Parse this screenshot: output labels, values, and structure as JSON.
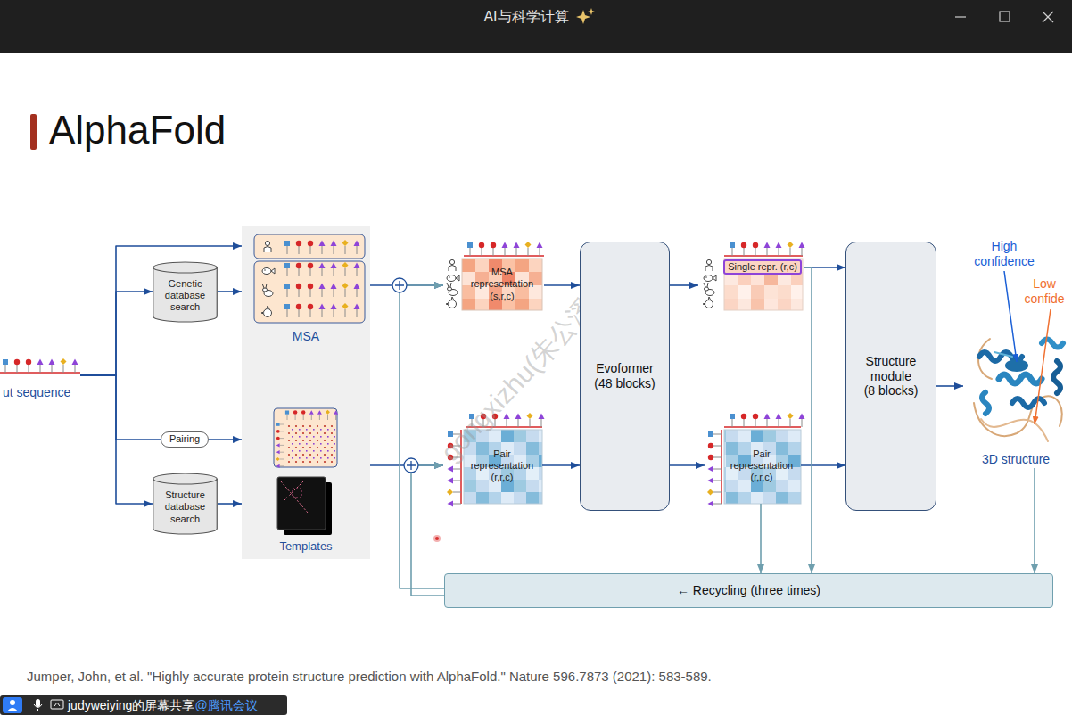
{
  "diagram": {
    "title": "AlphaFold",
    "caption": "Jumper, John, et al. \"Highly accurate protein structure prediction with AlphaFold.\" Nature 596.7873 (2021): 583-589.",
    "nodes": [
      {
        "text": [
          "ut sequence"
        ]
      },
      {
        "text": [
          "Genetic database search"
        ]
      },
      {
        "text": [
          "MSA"
        ]
      },
      {
        "text": [
          "Pairing"
        ]
      },
      {
        "text": [
          "Structure database search"
        ]
      },
      {
        "text": [
          "Templates"
        ]
      },
      {
        "text": [
          "MSA representation (s,r,c)"
        ]
      },
      {
        "text": [
          "Pair representation (r,r,c)"
        ]
      },
      {
        "text": [
          "Evoformer (48 blocks)"
        ]
      },
      {
        "text": [
          "Single repr. (r,c)"
        ]
      },
      {
        "text": [
          "Pair representation (r,r,c)"
        ]
      },
      {
        "text": [
          "Structure module (8 blocks)"
        ]
      },
      {
        "text": [
          "3D structure"
        ]
      },
      {
        "text": [
          "← Recycling (three times)"
        ]
      }
    ],
    "edges": [
      {
        "from": 0,
        "to": 2,
        "arrow": "to"
      },
      {
        "from": 0,
        "to": 1,
        "arrow": "to"
      },
      {
        "from": 0,
        "to": 3,
        "arrow": "none"
      },
      {
        "from": 0,
        "to": 4,
        "arrow": "to"
      },
      {
        "from": 1,
        "to": 2,
        "arrow": "to"
      },
      {
        "from": 3,
        "to": 5,
        "arrow": "to"
      },
      {
        "from": 4,
        "to": 5,
        "arrow": "to"
      },
      {
        "from": 2,
        "to": 6,
        "arrow": "to"
      },
      {
        "from": 5,
        "to": 7,
        "arrow": "to"
      },
      {
        "from": 6,
        "to": 8,
        "arrow": "to"
      },
      {
        "from": 7,
        "to": 8,
        "arrow": "to"
      },
      {
        "from": 8,
        "to": 9,
        "arrow": "to"
      },
      {
        "from": 8,
        "to": 10,
        "arrow": "to"
      },
      {
        "from": 9,
        "to": 11,
        "arrow": "to"
      },
      {
        "from": 10,
        "to": 11,
        "arrow": "to"
      },
      {
        "from": 11,
        "to": 12,
        "arrow": "to"
      },
      {
        "from": 10,
        "to": 13,
        "arrow": "to"
      },
      {
        "from": 9,
        "to": 13,
        "arrow": "to"
      },
      {
        "from": 12,
        "to": 13,
        "arrow": "to"
      },
      {
        "from": 13,
        "to": 6,
        "arrow": "to"
      },
      {
        "from": 13,
        "to": 7,
        "arrow": "to"
      }
    ],
    "labels": [
      "AI与科学计算",
      "gongxizhu(朱公溪) 4689",
      "High confidence",
      "Low confide",
      "judyweiying的屏幕共享",
      "@腾讯会议"
    ]
  }
}
